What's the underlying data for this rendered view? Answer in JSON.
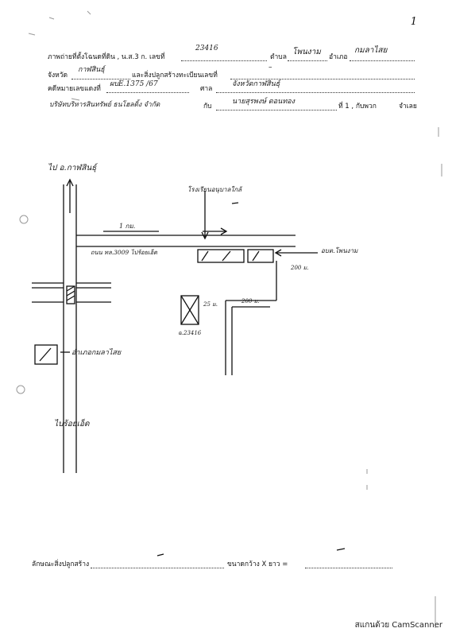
{
  "page_number": "1",
  "header": {
    "line1": {
      "label_photo": "ภาพถ่ายที่ตั้งโฉนดที่ดิน , น.ส.3 ก. เลขที่",
      "deed_no": "23416",
      "label_subdistrict": "ตำบล",
      "subdistrict": "โพนงาม",
      "label_district": "อำเภอ",
      "district": "กมลาไสย"
    },
    "line2": {
      "label_province": "จังหวัด",
      "province": "กาฬสินธุ์",
      "label_building": "และสิ่งปลูกสร้างทะเบียนเลขที่",
      "building_no": "–"
    },
    "line3": {
      "label_case": "คดีหมายเลขแดงที่",
      "case_no": "ผบE.1375 /67",
      "label_court": "ศาล",
      "court": "จังหวัดกาฬสินธุ์"
    },
    "line4": {
      "plaintiff": "บริษัทบริหารสินทรัพย์ ธนโฮลดิ้ง จำกัด",
      "label_vs": "กับ",
      "defendant": "นายสุรพงษ์ ดอนทอง",
      "label_party": "ที่ 1 , กับพวก",
      "label_defendant": "จำเลย"
    }
  },
  "map": {
    "label_top_direction": "ไป อ.กาฬสินธุ์",
    "label_market": "โรงเรียนอนุบาลใกล้",
    "label_distance_main": "1 กม.",
    "label_road": "ถนน ทล.3009 ไปร้อยเอ็ด",
    "label_tambon_office": "อบต.โพนงาม",
    "label_dist_200_right": "200 ม.",
    "label_dist_200_mid": "200 ม.",
    "label_dist_25": "25 ม.",
    "label_plot": "ฉ.23416",
    "label_district_office": "อำเภอกมลาไสย",
    "label_bottom_direction": "ไปร้อยเอ็ด"
  },
  "footer_form": {
    "label_building_type": "ลักษณะสิ่งปลูกสร้าง",
    "label_size": "ขนาดกว้าง X ยาว =",
    "value_size": ""
  },
  "watermark": "สแกนด้วย CamScanner"
}
